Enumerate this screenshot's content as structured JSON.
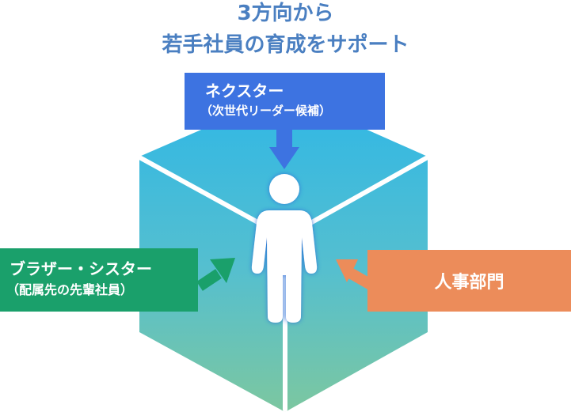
{
  "title": {
    "line1": "3方向から",
    "line2": "若手社員の育成をサポート"
  },
  "supporters": {
    "top": {
      "name": "ネクスター",
      "note": "（次世代リーダー候補）"
    },
    "left": {
      "name": "ブラザー・シスター",
      "note": "（配属先の先輩社員）"
    },
    "right": {
      "name": "人事部門"
    }
  },
  "colors": {
    "title": "#4a7fc1",
    "nexter_box": "#3d73e1",
    "brother_sister_box": "#1aa06b",
    "hr_box": "#ec8c5a",
    "cube_top": "#2fb7e6",
    "cube_bottom": "#7cc7a0",
    "person_fill": "#ffffff",
    "person_glow": "#2d6fd6"
  },
  "icons": {
    "center": "person-icon",
    "arrow_down": "arrow-down-icon",
    "arrow_right": "arrow-up-right-icon",
    "arrow_left": "arrow-up-left-icon"
  }
}
